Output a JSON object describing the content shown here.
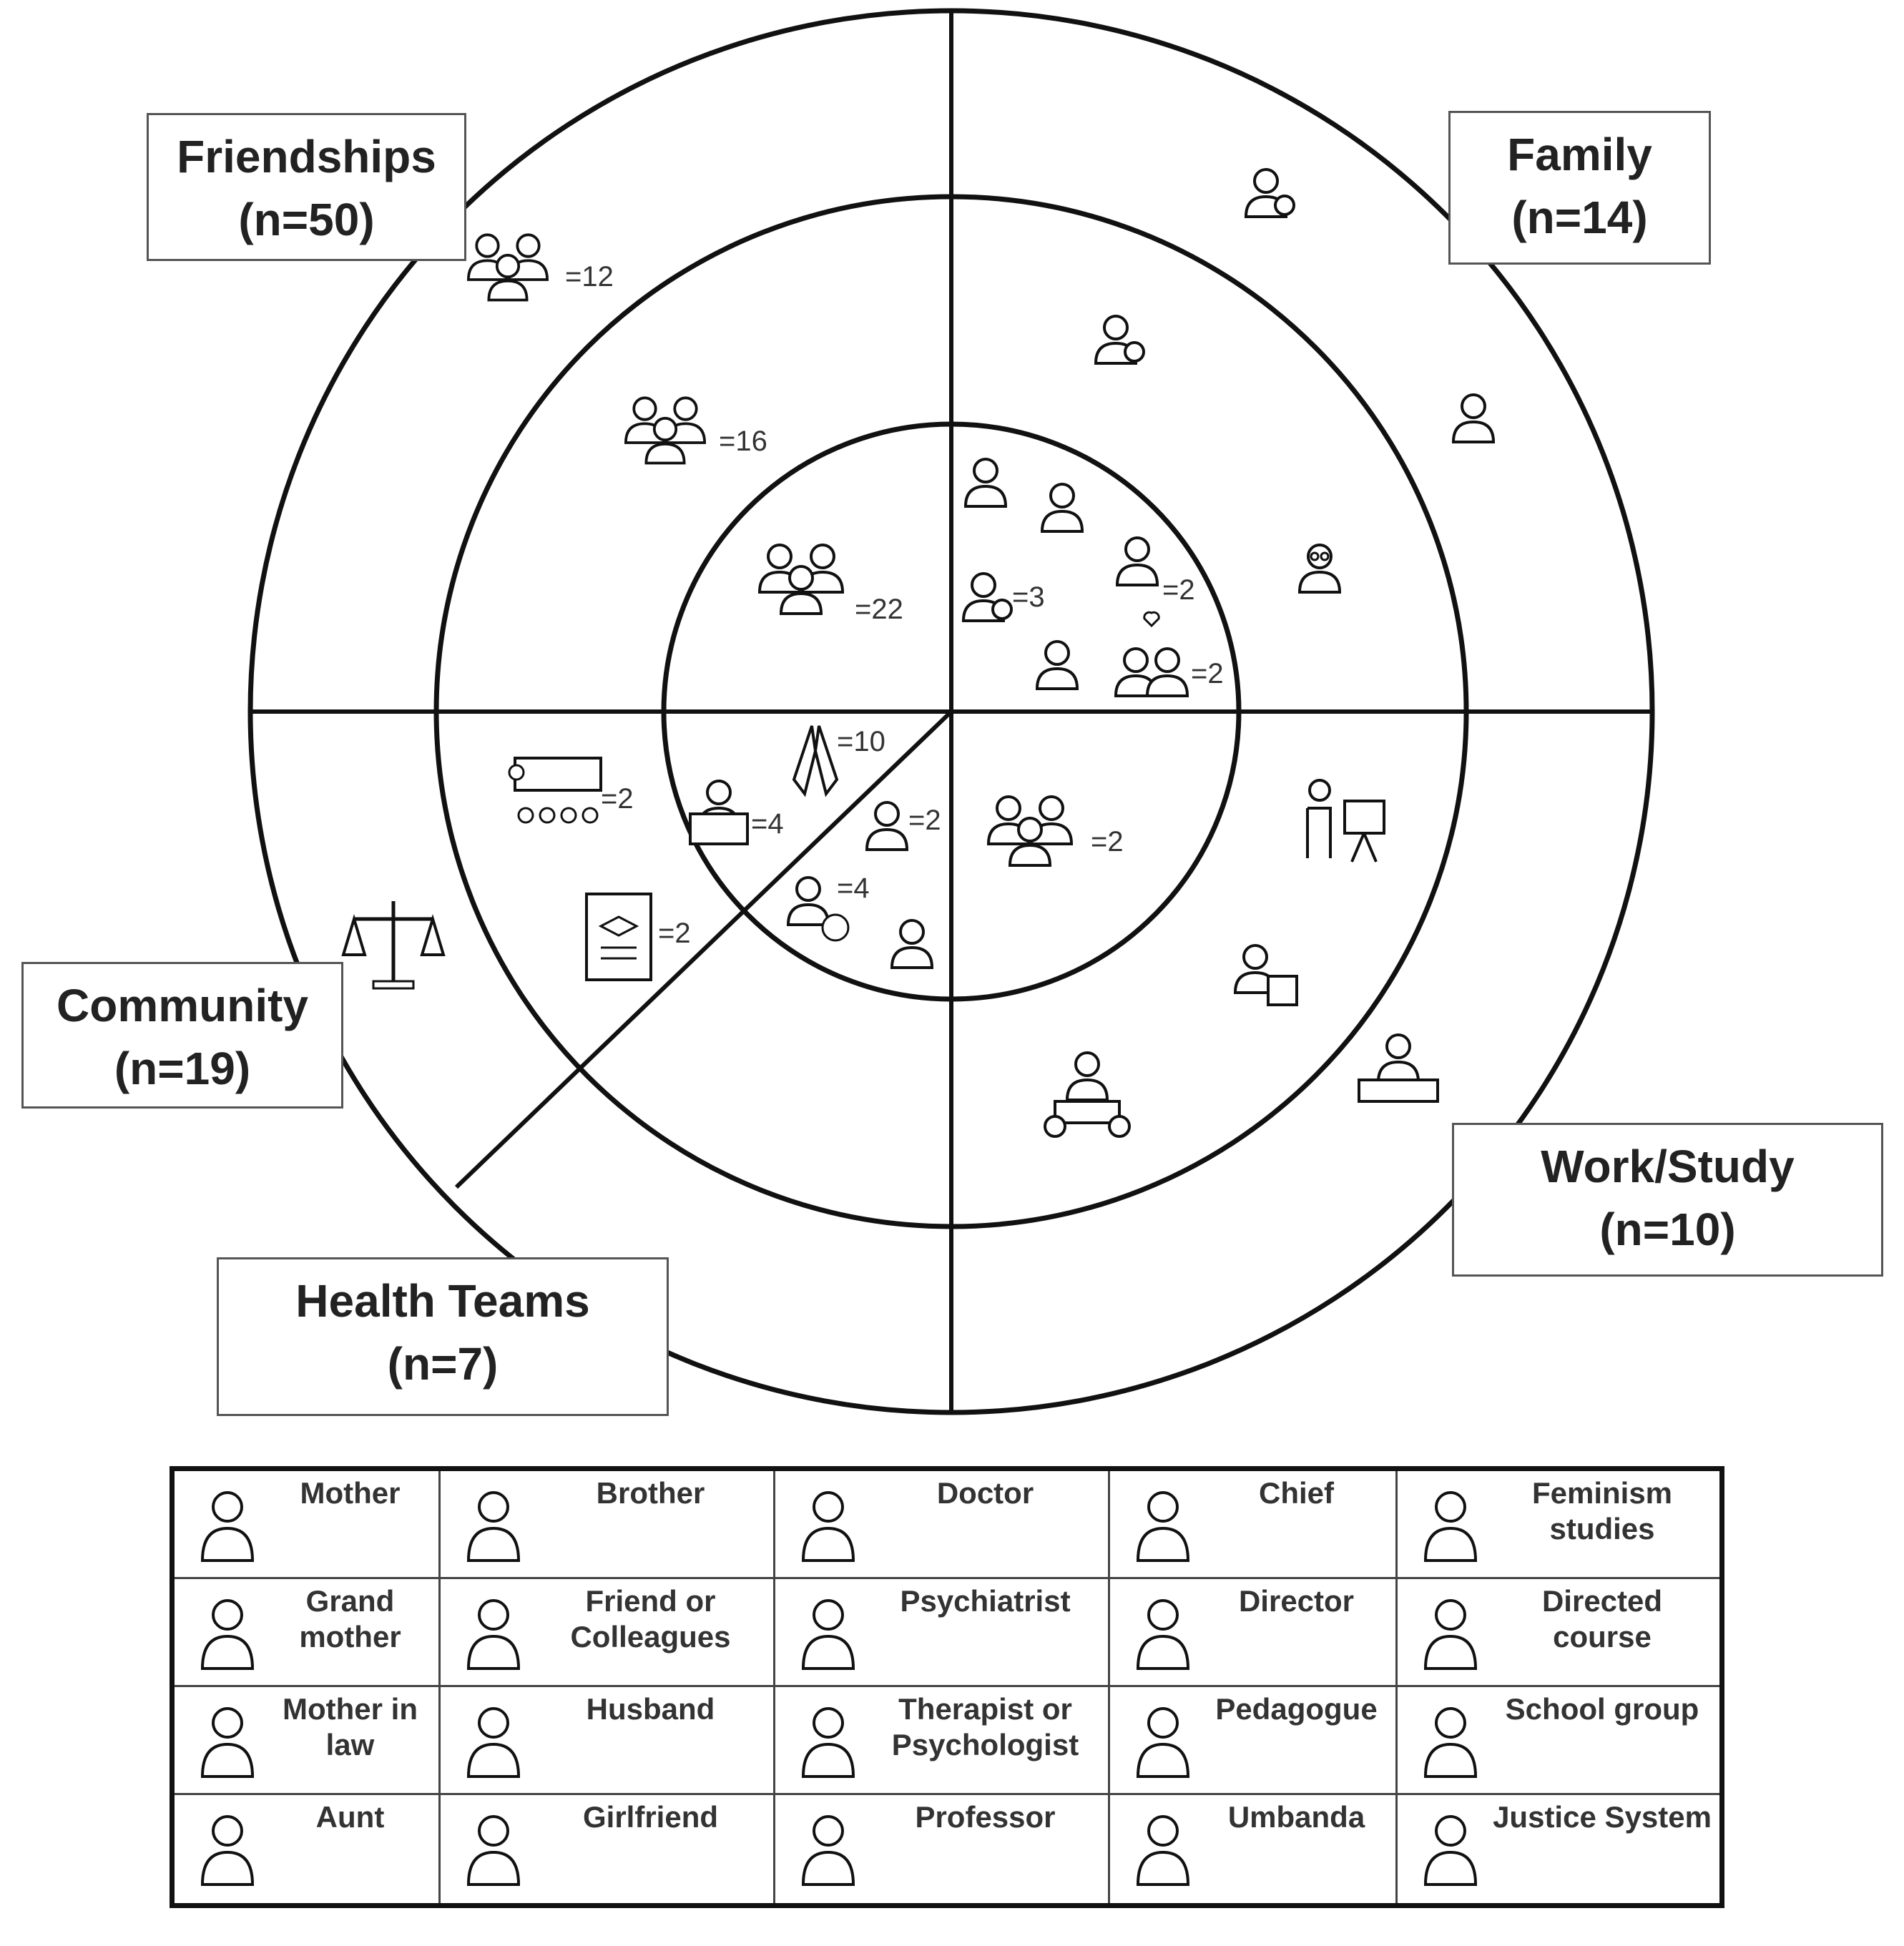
{
  "sectors": {
    "friendships": {
      "title": "Friendships",
      "n": "(n=50)"
    },
    "family": {
      "title": "Family",
      "n": "(n=14)"
    },
    "community": {
      "title": "Community",
      "n": "(n=19)"
    },
    "work_study": {
      "title": "Work/Study",
      "n": "(n=10)"
    },
    "health_teams": {
      "title": "Health Teams",
      "n": "(n=7)"
    }
  },
  "counts": {
    "friends_outer": "=12",
    "friends_middle": "=16",
    "friends_inner": "=22",
    "mother_inner": "=3",
    "husband_inner": "=2",
    "girlfriend_inner": "=2",
    "umbanda": "=10",
    "feminism": "=4",
    "doctor": "=2",
    "therapist": "=4",
    "work_friends": "=2",
    "directed_course": "=2",
    "school_group": "=2"
  },
  "legend": [
    [
      {
        "label": "Mother",
        "icon": "mother-icon"
      },
      {
        "label": "Brother",
        "icon": "brother-icon"
      },
      {
        "label": "Doctor",
        "icon": "doctor-icon"
      },
      {
        "label": "Chief",
        "icon": "chief-icon"
      },
      {
        "label": "Feminism studies",
        "icon": "feminism-studies-icon"
      }
    ],
    [
      {
        "label": "Grand mother",
        "icon": "grandmother-icon"
      },
      {
        "label": "Friend or Colleagues",
        "icon": "friends-icon"
      },
      {
        "label": "Psychiatrist",
        "icon": "psychiatrist-icon"
      },
      {
        "label": "Director",
        "icon": "director-icon"
      },
      {
        "label": "Directed course",
        "icon": "directed-course-icon"
      }
    ],
    [
      {
        "label": "Mother in law",
        "icon": "mother-in-law-icon"
      },
      {
        "label": "Husband",
        "icon": "husband-icon"
      },
      {
        "label": "Therapist or Psychologist",
        "icon": "therapist-icon"
      },
      {
        "label": "Pedagogue",
        "icon": "pedagogue-icon"
      },
      {
        "label": "School group",
        "icon": "school-group-icon"
      }
    ],
    [
      {
        "label": "Aunt",
        "icon": "aunt-icon"
      },
      {
        "label": "Girlfriend",
        "icon": "girlfriend-icon"
      },
      {
        "label": "Professor",
        "icon": "professor-icon"
      },
      {
        "label": "Umbanda",
        "icon": "umbanda-icon"
      },
      {
        "label": "Justice System",
        "icon": "justice-system-icon"
      }
    ]
  ]
}
